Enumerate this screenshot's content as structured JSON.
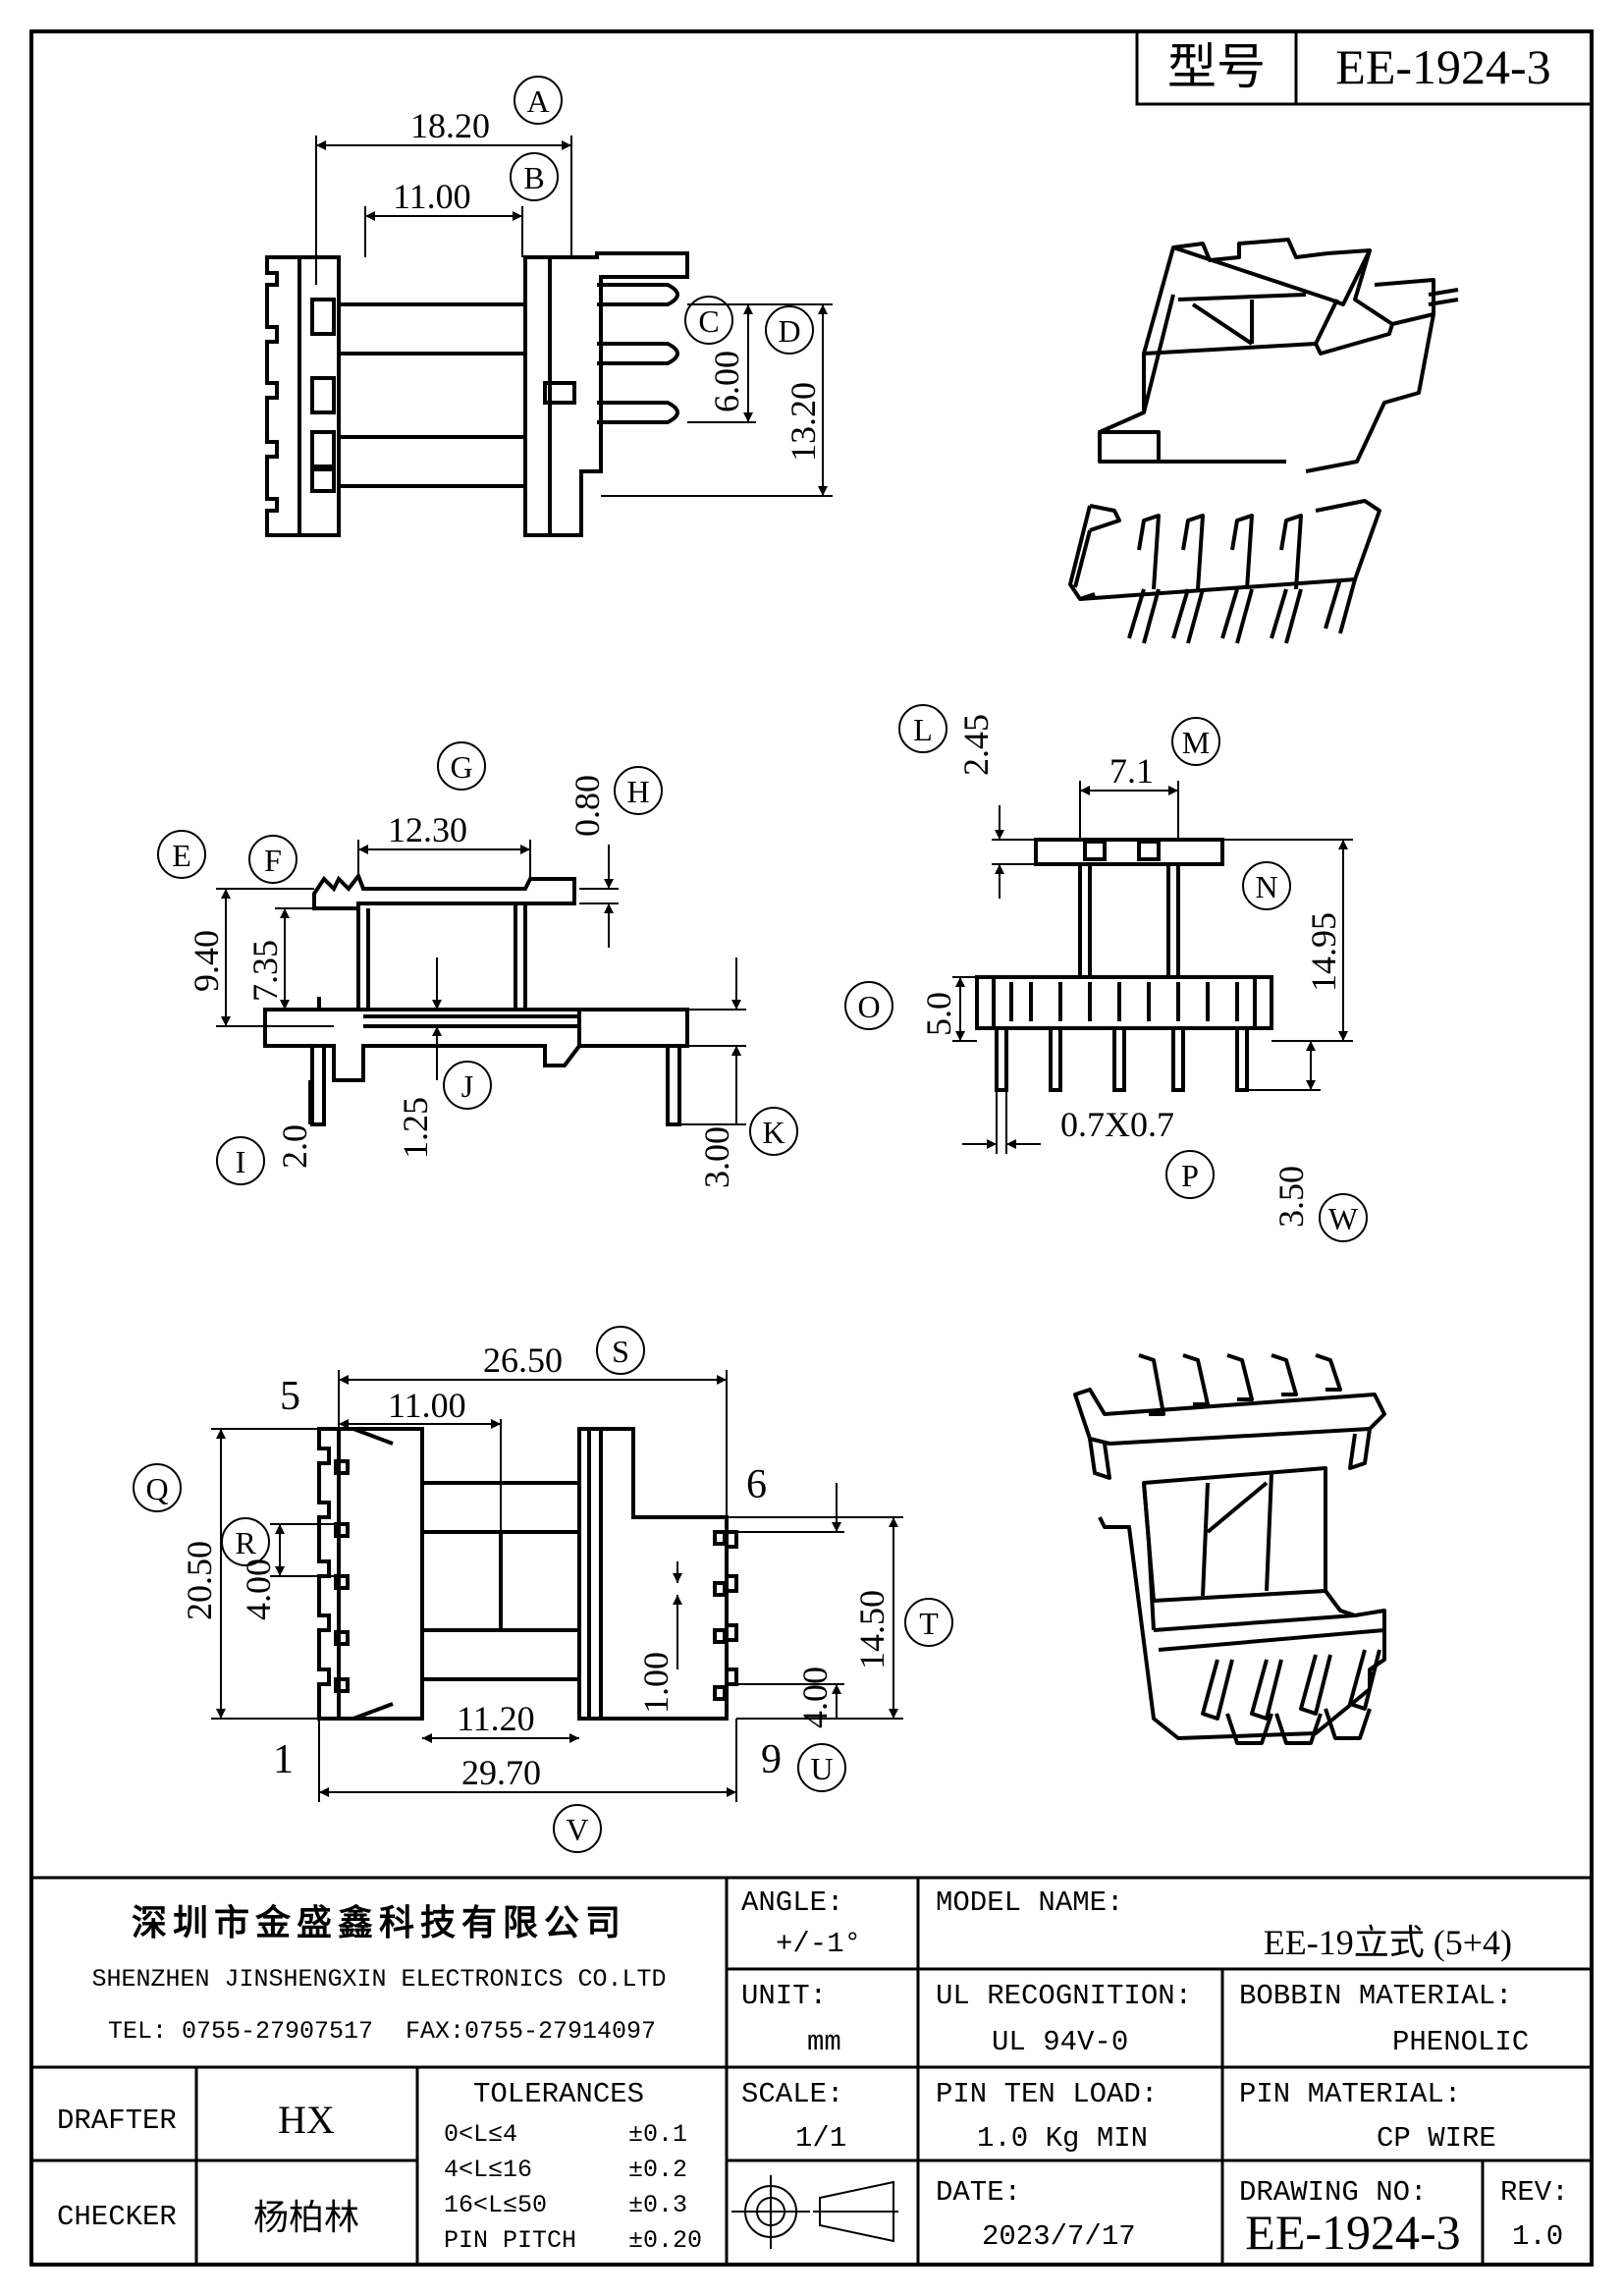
{
  "title_block": {
    "model_label": "型号",
    "model_value": "EE-1924-3"
  },
  "dimensions": {
    "A": {
      "circle": "A",
      "value": "18.20"
    },
    "B": {
      "circle": "B",
      "value": "11.00"
    },
    "C": {
      "circle": "C",
      "value": "6.00"
    },
    "D": {
      "circle": "D",
      "value": "13.20"
    },
    "E": {
      "circle": "E",
      "value": "9.40"
    },
    "F": {
      "circle": "F",
      "value": "7.35"
    },
    "G": {
      "circle": "G",
      "value": "12.30"
    },
    "H": {
      "circle": "H",
      "value": "0.80"
    },
    "I": {
      "circle": "I",
      "value": "2.0"
    },
    "J": {
      "circle": "J",
      "value": "1.25"
    },
    "K": {
      "circle": "K",
      "value": "3.00"
    },
    "L": {
      "circle": "L",
      "value": "2.45"
    },
    "M": {
      "circle": "M",
      "value": "7.1"
    },
    "N": {
      "circle": "N",
      "value": "14.95"
    },
    "O": {
      "circle": "O",
      "value": "5.0"
    },
    "P": {
      "circle": "P",
      "value": "0.7X0.7"
    },
    "W": {
      "circle": "W",
      "value": "3.50"
    },
    "S": {
      "circle": "S",
      "value": "26.50"
    },
    "S2": {
      "value": "11.00"
    },
    "Q": {
      "circle": "Q",
      "value": "20.50"
    },
    "R": {
      "circle": "R",
      "value": "4.00"
    },
    "T": {
      "circle": "T",
      "value": "14.50"
    },
    "T2": {
      "value": "4.00"
    },
    "T3": {
      "value": "1.00"
    },
    "U": {
      "circle": "U",
      "value": "11.20"
    },
    "V": {
      "circle": "V",
      "value": "29.70"
    }
  },
  "pins": {
    "p5": "5",
    "p1": "1",
    "p6": "6",
    "p9": "9"
  },
  "company": {
    "name_cn": "深圳市金盛鑫科技有限公司",
    "name_en": "SHENZHEN JINSHENGXIN ELECTRONICS CO.LTD",
    "tel": "TEL: 0755-27907517",
    "fax": "FAX:0755-27914097"
  },
  "fields": {
    "angle_label": "ANGLE:",
    "angle_value": "+/-1°",
    "model_name_label": "MODEL NAME:",
    "model_name_value": "EE-19立式 (5+4)",
    "unit_label": "UNIT:",
    "unit_value": "mm",
    "ul_label": "UL RECOGNITION:",
    "ul_value": "UL 94V-0",
    "bobbin_label": "BOBBIN MATERIAL:",
    "bobbin_value": "PHENOLIC",
    "drafter_label": "DRAFTER",
    "drafter_value": "HX",
    "checker_label": "CHECKER",
    "checker_value": "杨柏林",
    "tolerances_label": "TOLERANCES",
    "tol_rows": [
      {
        "range": "0<L≤4",
        "tol": "±0.1"
      },
      {
        "range": "4<L≤16",
        "tol": "±0.2"
      },
      {
        "range": "16<L≤50",
        "tol": "±0.3"
      },
      {
        "range": "PIN PITCH",
        "tol": "±0.20"
      }
    ],
    "scale_label": "SCALE:",
    "scale_value": "1/1",
    "pin_load_label": "PIN TEN LOAD:",
    "pin_load_value": "1.0 Kg MIN",
    "pin_mat_label": "PIN MATERIAL:",
    "pin_mat_value": "CP WIRE",
    "date_label": "DATE:",
    "date_value": "2023/7/17",
    "drawing_no_label": "DRAWING NO:",
    "drawing_no_value": "EE-1924-3",
    "rev_label": "REV:",
    "rev_value": "1.0"
  }
}
